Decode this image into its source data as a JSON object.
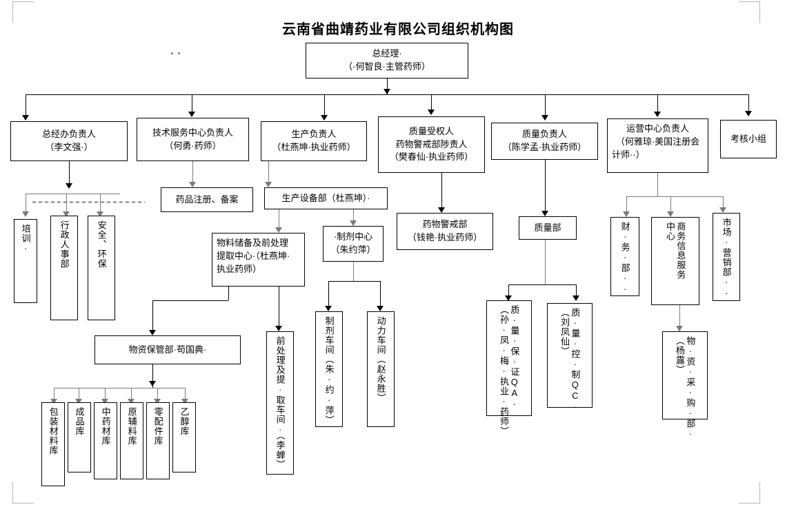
{
  "document": {
    "title": "云南省曲靖药业有限公司组织机构图",
    "page_marks": [
      "corner-top-left",
      "corner-top-right",
      "corner-bottom-left",
      "corner-bottom-right"
    ],
    "formatting_marks": 2
  },
  "chart_data": {
    "type": "diagram",
    "subtype": "organization-chart",
    "title": "云南省曲靖药业有限公司组织机构图",
    "orientation": "top-down",
    "nodes": [
      {
        "id": "gm",
        "label": "总经理\n（·何智良·主管药师）",
        "level": 0
      },
      {
        "id": "gmoffice",
        "label": "总经办负责人\n（李文强·）",
        "level": 1
      },
      {
        "id": "tech",
        "label": "技术服务中心负责人\n（何勇·药师）",
        "level": 1
      },
      {
        "id": "prod",
        "label": "生产负责人\n（杜燕坤·执业药师）",
        "level": 1
      },
      {
        "id": "qp",
        "label": "质量受权人\n药物警戒部陟责人\n（樊春仙·执业药师）",
        "level": 1
      },
      {
        "id": "qhead",
        "label": "质量负责人\n（陈学孟·执业药师）",
        "level": 1
      },
      {
        "id": "ops",
        "label": "运营中心负责人\n（何雅琼·美国注册会计师··）",
        "level": 1
      },
      {
        "id": "assess",
        "label": "考核小组",
        "level": 1
      },
      {
        "id": "training",
        "label": "培训·",
        "level": 2,
        "vertical": true
      },
      {
        "id": "hr",
        "label": "行政人事部",
        "level": 2,
        "vertical": true
      },
      {
        "id": "safety",
        "label": "安全、环保",
        "level": 2,
        "vertical": true
      },
      {
        "id": "reg",
        "label": "药品注册、备案",
        "level": 2
      },
      {
        "id": "equip",
        "label": "生产设备部（杜燕坤）·",
        "level": 2
      },
      {
        "id": "material",
        "label": "物料储备及前处理提取中心·（杜燕坤·执业药师）",
        "level": 3
      },
      {
        "id": "prep",
        "label": "·制剂中心\n（朱约萍）",
        "level": 3
      },
      {
        "id": "pv",
        "label": "药物警戒部\n（钱艳·执业药师）",
        "level": 2
      },
      {
        "id": "qdept",
        "label": "质量部",
        "level": 2
      },
      {
        "id": "storage",
        "label": "物资保管部·苟国典·",
        "level": 4
      },
      {
        "id": "pretreat",
        "label": "前处理及提取车间·（李蝉）",
        "level": 4,
        "vertical": true
      },
      {
        "id": "prepshop",
        "label": "制剂车间（朱约萍）",
        "level": 4,
        "vertical": true
      },
      {
        "id": "power",
        "label": "动力车间（赵永胜）",
        "level": 4,
        "vertical": true
      },
      {
        "id": "qa",
        "label": "质量保证QA·（孙凤梅·执业药师）",
        "level": 3,
        "vertical": true
      },
      {
        "id": "qc",
        "label": "质·量·控·制QC·（刘凤仙）",
        "level": 3,
        "vertical": true
      },
      {
        "id": "finance",
        "label": "财·务·部··",
        "level": 2,
        "vertical": true
      },
      {
        "id": "bizinfo",
        "label": "商务信息服务中心",
        "level": 2,
        "vertical": true
      },
      {
        "id": "marketing",
        "label": "市场营销部·",
        "level": 2,
        "vertical": true
      },
      {
        "id": "purchase",
        "label": "物资采购部（杨露）",
        "level": 3,
        "vertical": true
      },
      {
        "id": "pack",
        "label": "包装材料库",
        "level": 5,
        "vertical": true
      },
      {
        "id": "finished",
        "label": "成品库",
        "level": 5,
        "vertical": true
      },
      {
        "id": "herb",
        "label": "中药材库",
        "level": 5,
        "vertical": true
      },
      {
        "id": "raw",
        "label": "原辅料库",
        "level": 5,
        "vertical": true
      },
      {
        "id": "parts",
        "label": "零配件库",
        "level": 5,
        "vertical": true
      },
      {
        "id": "ethanol",
        "label": "乙醇库",
        "level": 5,
        "vertical": true
      }
    ],
    "edges": [
      {
        "from": "gm",
        "to": "gmoffice"
      },
      {
        "from": "gm",
        "to": "tech"
      },
      {
        "from": "gm",
        "to": "prod"
      },
      {
        "from": "gm",
        "to": "qp"
      },
      {
        "from": "gm",
        "to": "qhead"
      },
      {
        "from": "gm",
        "to": "ops"
      },
      {
        "from": "gm",
        "to": "assess"
      },
      {
        "from": "gmoffice",
        "to": "training"
      },
      {
        "from": "gmoffice",
        "to": "hr"
      },
      {
        "from": "gmoffice",
        "to": "safety"
      },
      {
        "from": "tech",
        "to": "reg"
      },
      {
        "from": "prod",
        "to": "equip"
      },
      {
        "from": "equip",
        "to": "material"
      },
      {
        "from": "equip",
        "to": "prep"
      },
      {
        "from": "material",
        "to": "storage"
      },
      {
        "from": "material",
        "to": "pretreat"
      },
      {
        "from": "prep",
        "to": "prepshop"
      },
      {
        "from": "prep",
        "to": "power"
      },
      {
        "from": "qp",
        "to": "pv"
      },
      {
        "from": "qhead",
        "to": "qdept"
      },
      {
        "from": "qdept",
        "to": "qa"
      },
      {
        "from": "qdept",
        "to": "qc"
      },
      {
        "from": "ops",
        "to": "finance"
      },
      {
        "from": "ops",
        "to": "bizinfo"
      },
      {
        "from": "ops",
        "to": "marketing"
      },
      {
        "from": "bizinfo",
        "to": "purchase"
      },
      {
        "from": "storage",
        "to": "pack"
      },
      {
        "from": "storage",
        "to": "finished"
      },
      {
        "from": "storage",
        "to": "herb"
      },
      {
        "from": "storage",
        "to": "raw"
      },
      {
        "from": "storage",
        "to": "parts"
      },
      {
        "from": "storage",
        "to": "ethanol"
      }
    ]
  },
  "boxes": {
    "gm": {
      "line1": "总经理·",
      "line2": "（·何智良·主管药师）"
    },
    "gmoffice": {
      "line1": "总经办负责人",
      "line2": "（李文强·）"
    },
    "tech": {
      "line1": "技术服务中心负责人",
      "line2": "（何勇·药师）"
    },
    "prod": {
      "line1": "生产负责人",
      "line2": "（杜燕坤·执业药师）"
    },
    "qp": {
      "line1": "质量受权人",
      "line2": "药物警戒部陟责人",
      "line3": "（樊春仙·执业药师）"
    },
    "qhead": {
      "line1": "质量负责人",
      "line2": "（陈学孟·执业药师）"
    },
    "ops": {
      "line1": "运营中心负责人",
      "line2": "（何雅琼·美国注册会",
      "line3": "计师··）"
    },
    "assess": {
      "line1": "考核小组"
    },
    "reg": {
      "line1": "药品注册、备案"
    },
    "equip": {
      "line1": "生产设备部（杜燕坤）·"
    },
    "material": {
      "line1": "物料储备及前处理",
      "line2": "提取中心·（杜燕坤·",
      "line3": "执业药师）"
    },
    "prep": {
      "line1": "·制剂中心",
      "line2": "（朱约萍）"
    },
    "pv": {
      "line1": "药物警戒部",
      "line2": "（钱艳·执业药师）"
    },
    "qdept": {
      "line1": "质量部"
    },
    "storage": {
      "line1": "物资保管部·苟国典·"
    }
  },
  "vboxes": {
    "training": {
      "col1": "培训·"
    },
    "hr": {
      "col1": "行政人事部"
    },
    "safety": {
      "col1": "安全、环保"
    },
    "pretreat": {
      "col1": "前处理及提·取车间·（李蝉）"
    },
    "prepshop": {
      "col1": "制剂车间（朱·约·萍）"
    },
    "power": {
      "col1": "动力车间（赵永胜）"
    },
    "qa": {
      "col1": "质·量·保·证QA·",
      "col2": "（孙·凤·梅·执业·药师）"
    },
    "qc": {
      "col1": "质·量·控·制QC·",
      "col2": "（刘凤仙）"
    },
    "finance": {
      "col1": "财·务·部··"
    },
    "bizinfo": {
      "col1": "商务信息服务",
      "col2": "中心"
    },
    "marketing": {
      "col1": "市场·营销部··"
    },
    "purchase": {
      "col1": "物·资·采·购·部·",
      "col2": "（杨露）"
    },
    "pack": {
      "col1": "包装材料库"
    },
    "finished": {
      "col1": "成品库"
    },
    "herb": {
      "col1": "中药材库"
    },
    "raw": {
      "col1": "原辅料库"
    },
    "parts": {
      "col1": "零配件库"
    },
    "ethanol": {
      "col1": "乙醇库"
    }
  }
}
